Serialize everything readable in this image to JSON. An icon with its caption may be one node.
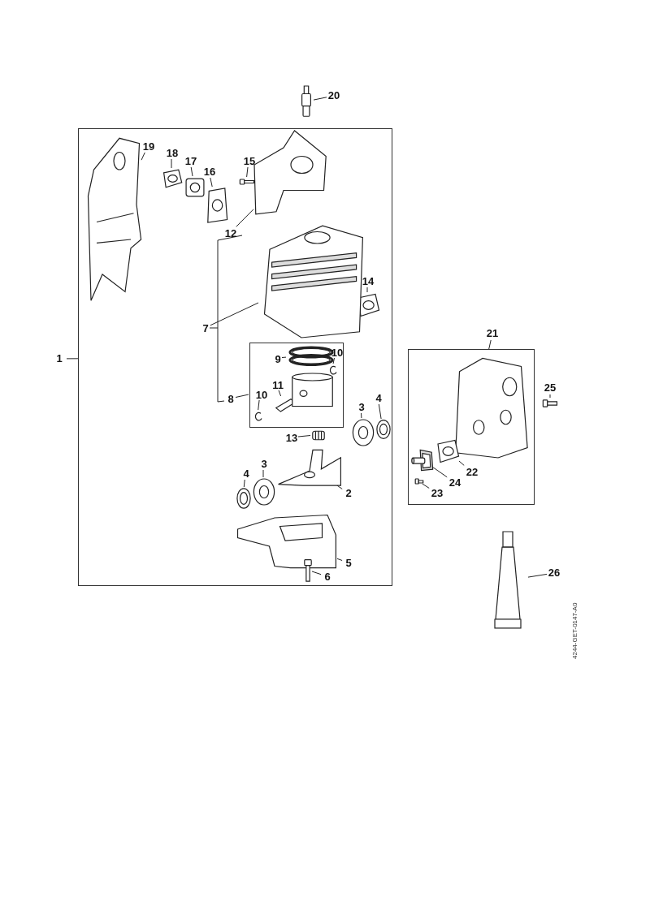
{
  "diagram": {
    "nodes": [
      {
        "text": [],
        "shape": "box"
      },
      {
        "text": [
          "20"
        ]
      },
      {
        "text": [],
        "shape": "picture"
      },
      {
        "text": [
          "1"
        ]
      },
      {
        "text": [
          "19"
        ],
        "in": 0
      },
      {
        "text": [],
        "shape": "picture",
        "in": 0
      },
      {
        "text": [
          "18"
        ],
        "in": 0
      },
      {
        "text": [],
        "shape": "picture",
        "in": 0
      },
      {
        "text": [
          "17"
        ],
        "in": 0
      },
      {
        "text": [],
        "shape": "picture",
        "in": 0
      },
      {
        "text": [
          "16"
        ],
        "in": 0
      },
      {
        "text": [],
        "shape": "picture",
        "in": 0
      },
      {
        "text": [
          "15"
        ],
        "in": 0
      },
      {
        "text": [],
        "shape": "picture",
        "in": 0
      },
      {
        "text": [
          "12"
        ],
        "in": 0
      },
      {
        "text": [],
        "shape": "picture",
        "in": 0
      },
      {
        "text": [
          "14"
        ],
        "in": 0
      },
      {
        "text": [],
        "shape": "picture",
        "in": 0
      },
      {
        "text": [
          "7"
        ],
        "in": 0
      },
      {
        "text": [],
        "shape": "picture",
        "in": 0
      },
      {
        "text": [
          "8"
        ],
        "in": 0
      },
      {
        "text": [],
        "shape": "box",
        "in": 0
      },
      {
        "text": [
          "9"
        ],
        "in": 21
      },
      {
        "text": [],
        "shape": "picture",
        "in": 21
      },
      {
        "text": [
          "10"
        ],
        "in": 21
      },
      {
        "text": [],
        "shape": "picture",
        "in": 21
      },
      {
        "text": [
          "11"
        ],
        "in": 21
      },
      {
        "text": [],
        "shape": "picture",
        "in": 21
      },
      {
        "text": [
          "10"
        ],
        "in": 21
      },
      {
        "text": [],
        "shape": "picture",
        "in": 21
      },
      {
        "text": [
          "13"
        ],
        "in": 0
      },
      {
        "text": [],
        "shape": "picture",
        "in": 0
      },
      {
        "text": [
          "3"
        ],
        "in": 0
      },
      {
        "text": [],
        "shape": "picture",
        "in": 0
      },
      {
        "text": [
          "4"
        ],
        "in": 0
      },
      {
        "text": [],
        "shape": "picture",
        "in": 0
      },
      {
        "text": [
          "3"
        ],
        "in": 0
      },
      {
        "text": [],
        "shape": "picture",
        "in": 0
      },
      {
        "text": [
          "4"
        ],
        "in": 0
      },
      {
        "text": [],
        "shape": "picture",
        "in": 0
      },
      {
        "text": [
          "2"
        ],
        "in": 0
      },
      {
        "text": [],
        "shape": "picture",
        "in": 0
      },
      {
        "text": [
          "5"
        ],
        "in": 0
      },
      {
        "text": [],
        "shape": "picture",
        "in": 0
      },
      {
        "text": [
          "6"
        ],
        "in": 0
      },
      {
        "text": [],
        "shape": "picture",
        "in": 0
      },
      {
        "text": [
          "21"
        ]
      },
      {
        "text": [],
        "shape": "box"
      },
      {
        "text": [],
        "shape": "picture",
        "in": 47
      },
      {
        "text": [
          "25"
        ]
      },
      {
        "text": [],
        "shape": "picture"
      },
      {
        "text": [
          "22"
        ],
        "in": 47
      },
      {
        "text": [],
        "shape": "picture",
        "in": 47
      },
      {
        "text": [
          "24"
        ],
        "in": 47
      },
      {
        "text": [],
        "shape": "picture",
        "in": 47
      },
      {
        "text": [
          "23"
        ],
        "in": 47
      },
      {
        "text": [],
        "shape": "picture",
        "in": 47
      },
      {
        "text": [
          "26"
        ]
      },
      {
        "text": [],
        "shape": "picture"
      },
      {
        "text": [],
        "shape": "picture",
        "in": 21
      }
    ],
    "edges": [
      {
        "from": 1,
        "to": 2,
        "arrow": "none"
      },
      {
        "from": 3,
        "to": 0,
        "arrow": "none"
      },
      {
        "from": 4,
        "to": 5,
        "arrow": "none"
      },
      {
        "from": 6,
        "to": 7,
        "arrow": "none"
      },
      {
        "from": 8,
        "to": 9,
        "arrow": "none"
      },
      {
        "from": 10,
        "to": 11,
        "arrow": "none"
      },
      {
        "from": 12,
        "to": 13,
        "arrow": "none"
      },
      {
        "from": 14,
        "to": 15,
        "arrow": "none"
      },
      {
        "from": 16,
        "to": 17,
        "arrow": "none"
      },
      {
        "from": 18,
        "to": 19,
        "arrow": "none"
      },
      {
        "from": 20,
        "to": 21,
        "arrow": "none"
      },
      {
        "from": 22,
        "to": 23,
        "arrow": "none"
      },
      {
        "from": 24,
        "to": 25,
        "arrow": "none"
      },
      {
        "from": 26,
        "to": 27,
        "arrow": "none"
      },
      {
        "from": 28,
        "to": 29,
        "arrow": "none"
      },
      {
        "from": 30,
        "to": 31,
        "arrow": "none"
      },
      {
        "from": 32,
        "to": 33,
        "arrow": "none"
      },
      {
        "from": 34,
        "to": 35,
        "arrow": "none"
      },
      {
        "from": 36,
        "to": 37,
        "arrow": "none"
      },
      {
        "from": 38,
        "to": 39,
        "arrow": "none"
      },
      {
        "from": 40,
        "to": 41,
        "arrow": "none"
      },
      {
        "from": 42,
        "to": 43,
        "arrow": "none"
      },
      {
        "from": 44,
        "to": 45,
        "arrow": "none"
      },
      {
        "from": 46,
        "to": 47,
        "arrow": "none"
      },
      {
        "from": 49,
        "to": 50,
        "arrow": "none"
      },
      {
        "from": 51,
        "to": 52,
        "arrow": "none"
      },
      {
        "from": 53,
        "to": 54,
        "arrow": "none"
      },
      {
        "from": 55,
        "to": 56,
        "arrow": "none"
      },
      {
        "from": 57,
        "to": 58,
        "arrow": "none"
      }
    ],
    "labels": [
      "4244-GET-0147-A0"
    ]
  }
}
